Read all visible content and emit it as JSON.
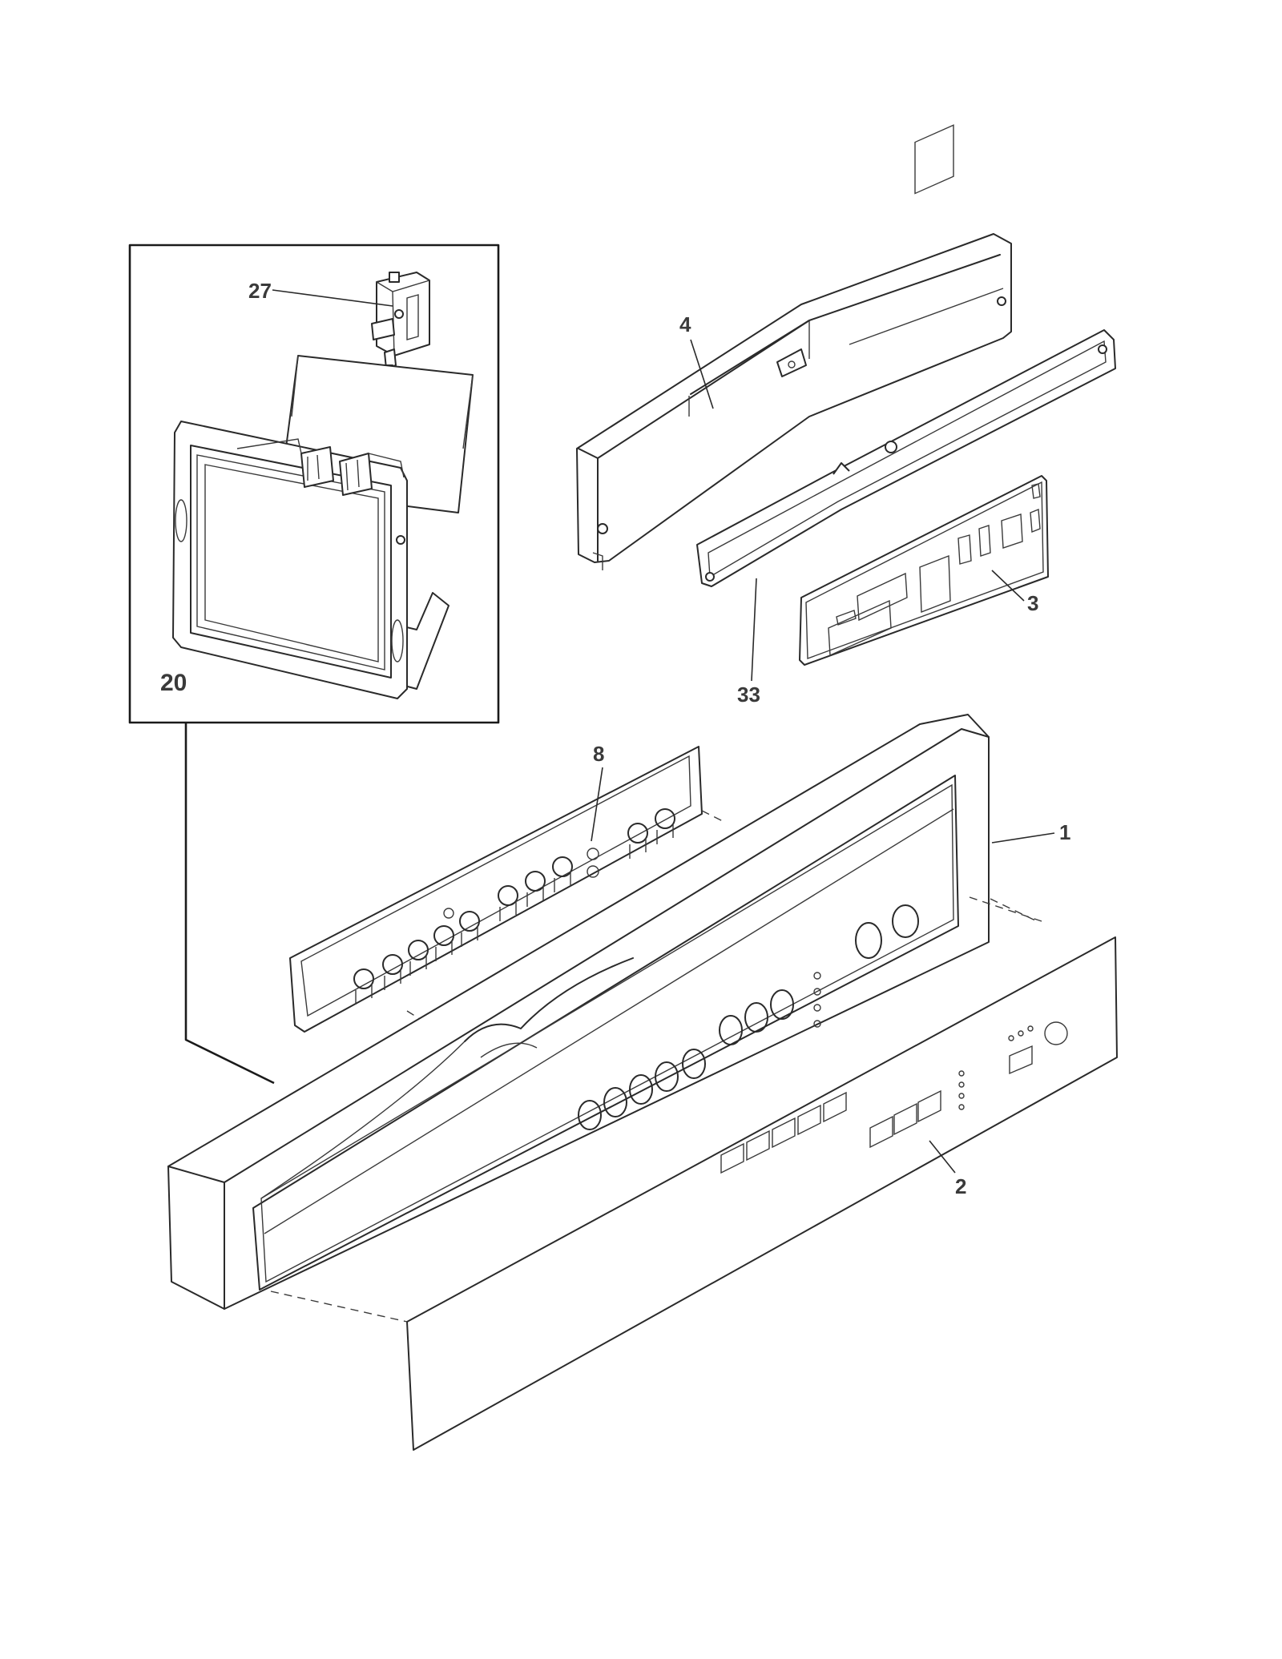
{
  "callouts": {
    "p27": "27",
    "p4": "4",
    "p3": "3",
    "p33": "33",
    "p20": "20",
    "p8": "8",
    "p1": "1",
    "p2": "2"
  }
}
